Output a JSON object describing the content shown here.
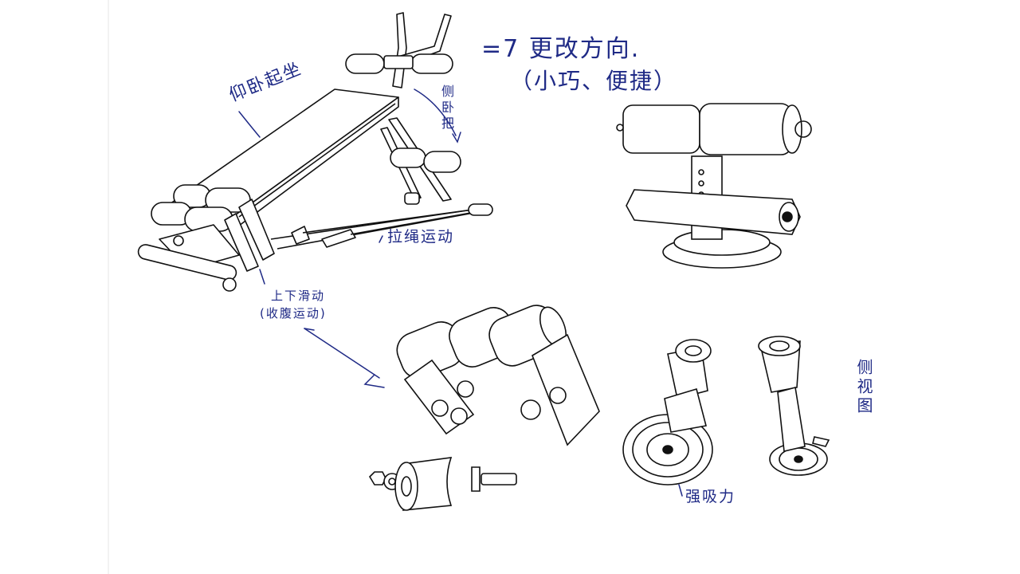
{
  "notes": {
    "plan_line1": "=7 更改方向.",
    "plan_line2": "（小巧、便捷）",
    "situp_board": "仰卧起坐",
    "side_handle": "侧卧把",
    "rope_exercise": "拉绳运动",
    "slide_line1": "上下滑动",
    "slide_line2": "(收腹运动)",
    "suction_force": "强吸力",
    "side_view": "侧视图"
  },
  "colors": {
    "ink": "#1f2a86",
    "line": "#111111",
    "paper": "#ffffff"
  }
}
